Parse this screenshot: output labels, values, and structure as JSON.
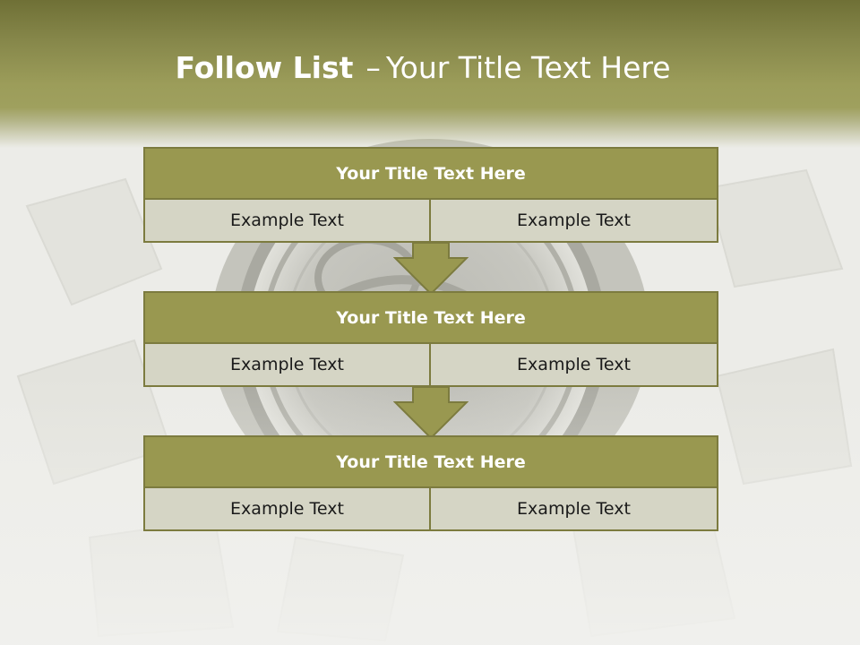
{
  "slide": {
    "title_bold": "Follow List",
    "title_separator": "–",
    "title_rest": "Your Title Text Here"
  },
  "blocks": [
    {
      "title": "Your Title Text Here",
      "left": "Example Text",
      "right": "Example Text"
    },
    {
      "title": "Your Title Text Here",
      "left": "Example Text",
      "right": "Example Text"
    },
    {
      "title": "Your Title Text Here",
      "left": "Example Text",
      "right": "Example Text"
    }
  ],
  "colors": {
    "header": "#9c9d5a",
    "block_title": "#999850",
    "block_border": "#7c7b3f",
    "cell": "#d5d5c5"
  }
}
